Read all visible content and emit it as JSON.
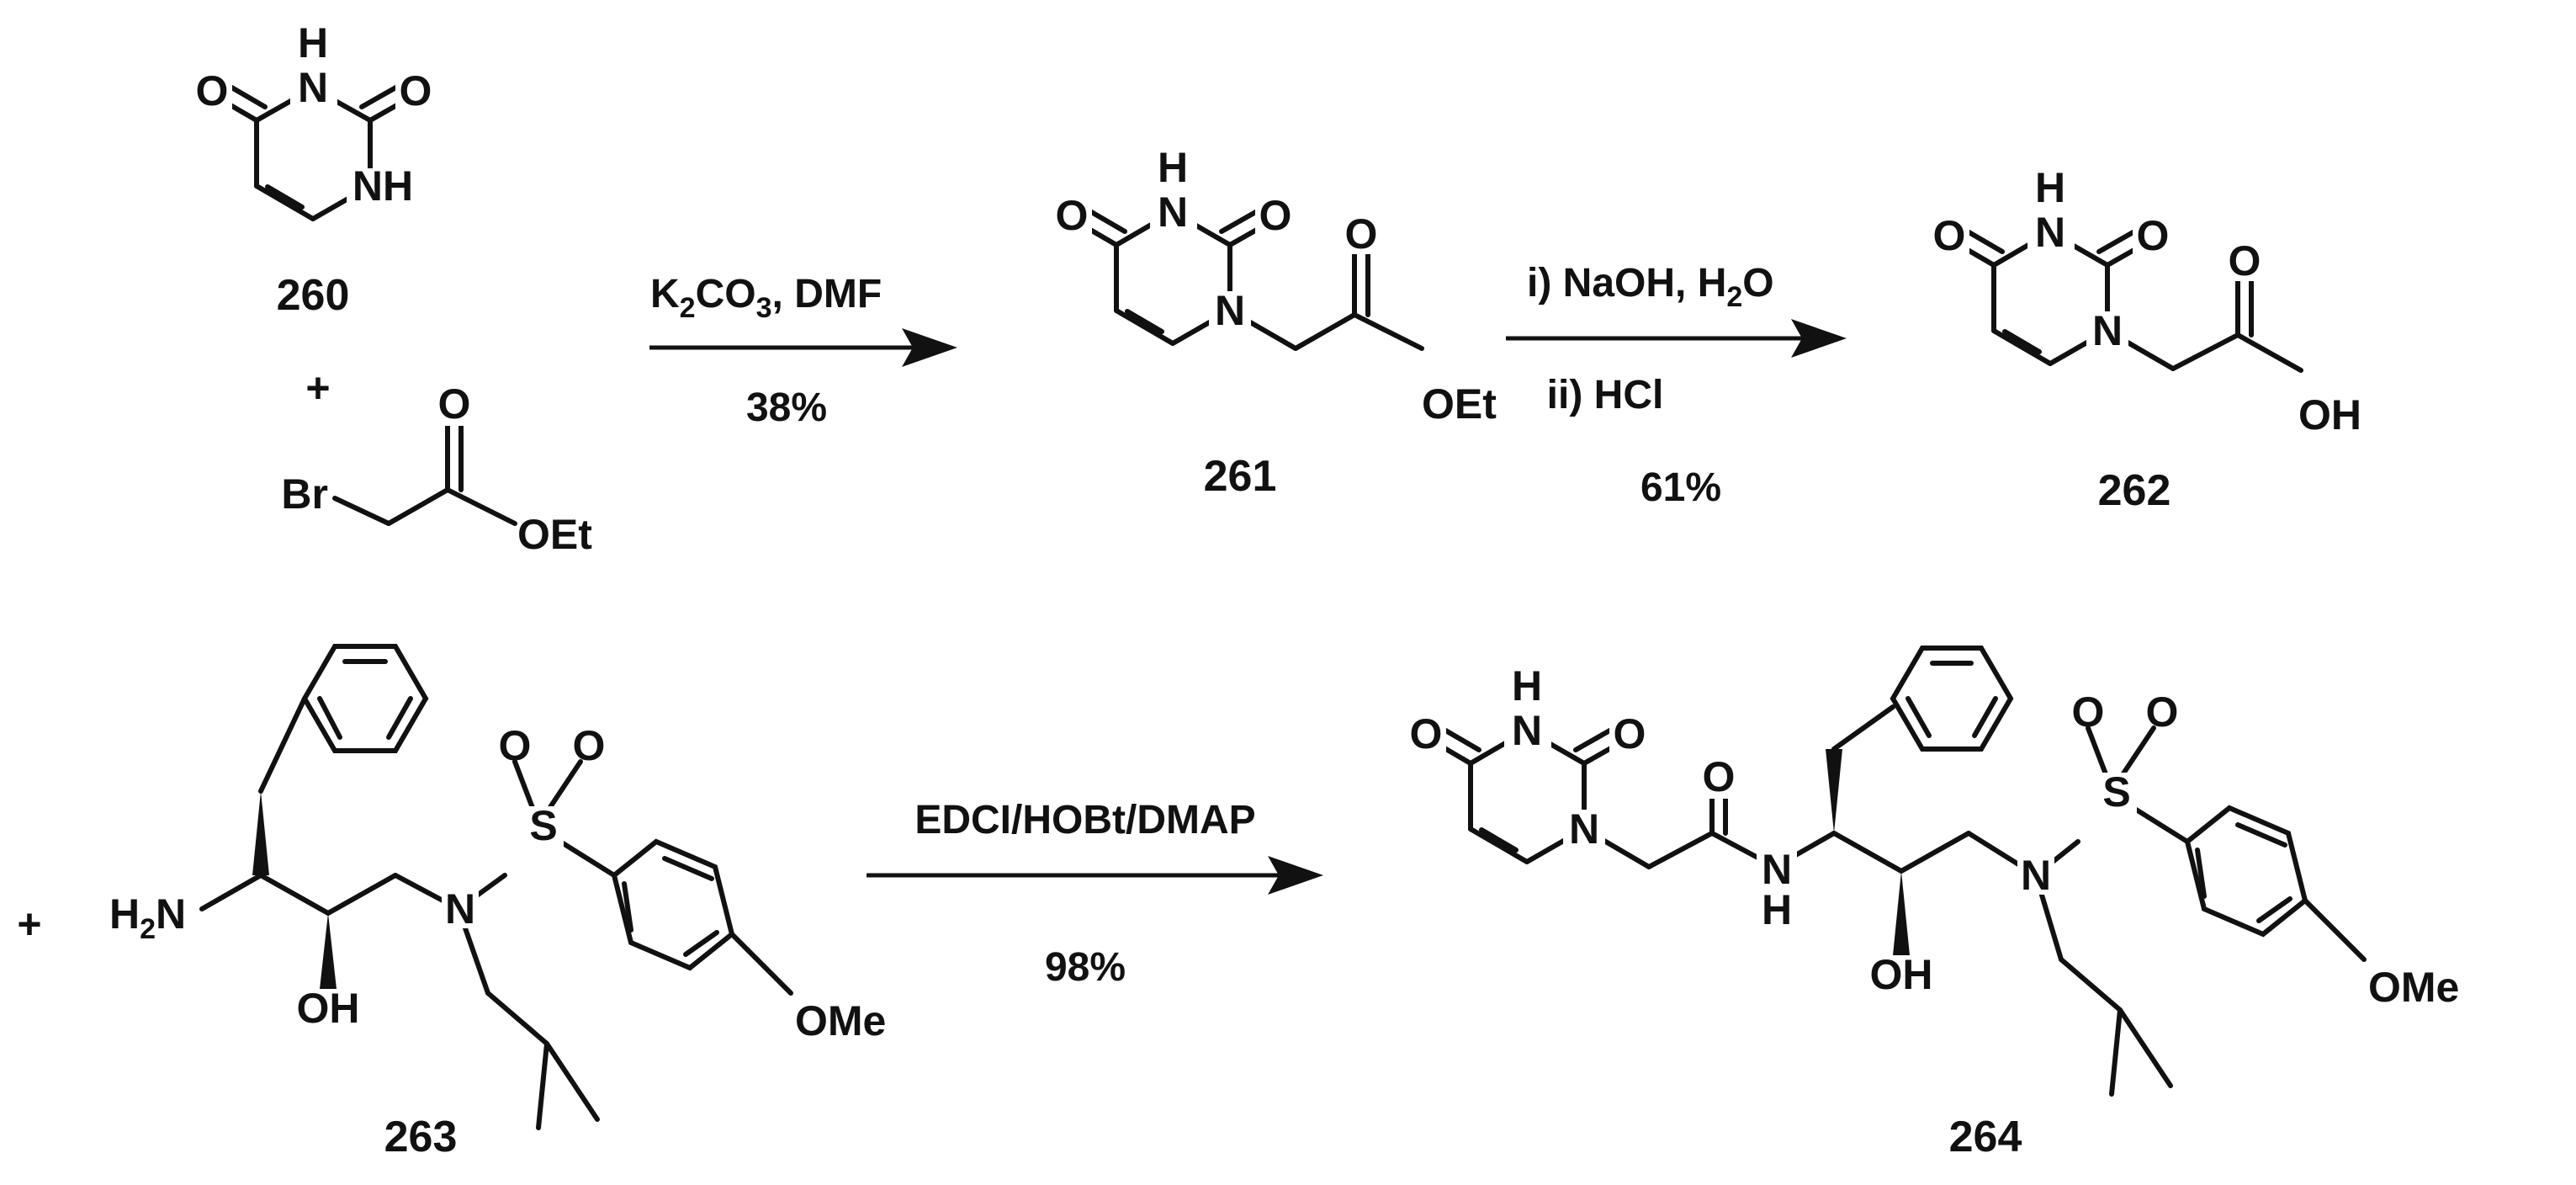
{
  "compounds": {
    "c260": "260",
    "c261": "261",
    "c262": "262",
    "c263": "263",
    "c264": "264"
  },
  "reagents": {
    "step1_top_main": "K",
    "step1_top_k_sub": "2",
    "step1_top_co": "CO",
    "step1_top_co_sub": "3",
    "step1_top_rest": ", DMF",
    "step1_yield": "38%",
    "step2_line1_main": "i) NaOH, H",
    "step2_line1_sub": "2",
    "step2_line1_end": "O",
    "step2_line2": "ii) HCl",
    "step2_yield": "61%",
    "step3_top": "EDCI/HOBt/DMAP",
    "step3_yield": "98%"
  },
  "plus_signs": {
    "plus1": "+",
    "plus2": "+"
  },
  "atom_labels": {
    "O": "O",
    "H": "H",
    "N": "N",
    "NH": "NH",
    "Br": "Br",
    "OEt": "OEt",
    "OH": "OH",
    "S": "S",
    "OMe": "OMe",
    "H2N_main": "H",
    "H2N_sub": "2",
    "H2N_end": "N"
  }
}
